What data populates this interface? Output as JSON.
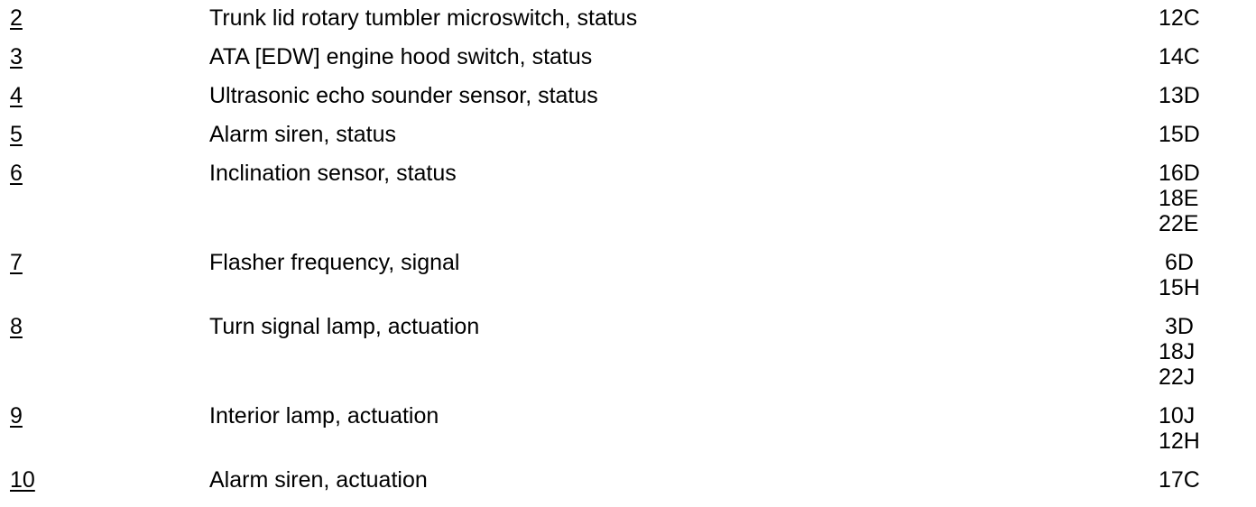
{
  "page": {
    "background_color": "#ffffff",
    "text_color": "#000000",
    "kind": "wiring-diagram legend fragment"
  },
  "legend_rows": [
    {
      "number": "2",
      "description": "Trunk lid rotary tumbler microswitch, status",
      "codes": [
        "12C"
      ]
    },
    {
      "number": "3",
      "description": "ATA [EDW] engine hood switch, status",
      "codes": [
        "14C"
      ]
    },
    {
      "number": "4",
      "description": "Ultrasonic echo sounder sensor, status",
      "codes": [
        "13D"
      ]
    },
    {
      "number": "5",
      "description": "Alarm siren, status",
      "codes": [
        "15D"
      ]
    },
    {
      "number": "6",
      "description": "Inclination sensor, status",
      "codes": [
        "16D",
        "18E",
        "22E"
      ]
    },
    {
      "number": "7",
      "description": "Flasher frequency, signal",
      "codes": [
        " 6D",
        "15H"
      ]
    },
    {
      "number": "8",
      "description": "Turn signal lamp, actuation",
      "codes": [
        " 3D",
        "18J",
        "22J"
      ]
    },
    {
      "number": "9",
      "description": "Interior lamp, actuation",
      "codes": [
        "10J",
        "12H"
      ]
    },
    {
      "number": "10",
      "description": "Alarm siren, actuation",
      "codes": [
        "17C"
      ]
    }
  ]
}
